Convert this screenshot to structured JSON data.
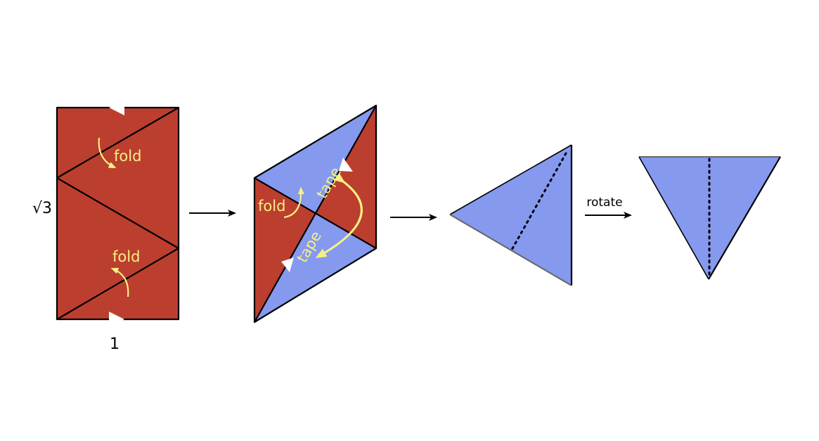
{
  "labels": {
    "sqrt3": "√3",
    "one": "1",
    "fold_top": "fold",
    "fold_bottom": "fold",
    "fold_middle": "fold",
    "tape_upper": "tape",
    "tape_lower": "tape",
    "rotate": "rotate"
  },
  "colors": {
    "paper_front": "#bc3e2f",
    "paper_back": "#8599ee",
    "annotation": "#f6f082",
    "outline": "#000000"
  },
  "icons": {
    "gluing_marker": "white-triangle-icon",
    "step_arrow": "arrow-right-icon"
  }
}
